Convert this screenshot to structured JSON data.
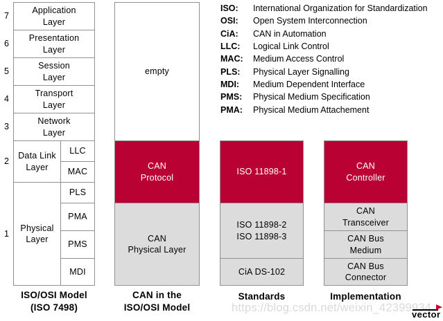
{
  "colors": {
    "accent_red": "#b90233",
    "block_gray": "#dcdcdc",
    "border_gray": "#8f8f8f",
    "watermark_gray": "#dadada",
    "logo_flag_red": "#cc0033"
  },
  "osi": {
    "numbers": [
      "7",
      "6",
      "5",
      "4",
      "3",
      "2",
      "1"
    ],
    "layers": [
      "Application\nLayer",
      "Presentation\nLayer",
      "Session\nLayer",
      "Transport\nLayer",
      "Network\nLayer"
    ],
    "data_link": {
      "name": "Data Link\nLayer",
      "sublayers": [
        "LLC",
        "MAC"
      ]
    },
    "physical": {
      "name": "Physical\nLayer",
      "sublayers": [
        "PLS",
        "PMA",
        "PMS",
        "MDI"
      ]
    },
    "caption": "ISO/OSI Model\n(ISO 7498)"
  },
  "can_stack": {
    "empty": "empty",
    "protocol": "CAN\nProtocol",
    "physical": "CAN\nPhysical Layer",
    "caption": "CAN in the\nISO/OSI Model"
  },
  "standards": {
    "iso_11898_1": "ISO 11898-1",
    "iso_11898_23": "ISO 11898-2\nISO 11898-3",
    "cia_ds102": "CiA DS-102",
    "caption": "Standards"
  },
  "implementation": {
    "controller": "CAN\nController",
    "transceiver": "CAN\nTransceiver",
    "medium": "CAN Bus\nMedium",
    "connector": "CAN Bus\nConnector",
    "caption": "Implementation"
  },
  "legend": {
    "items": [
      {
        "abbr": "ISO:",
        "def": "International Organization for Standardization"
      },
      {
        "abbr": "OSI:",
        "def": "Open System Interconnection"
      },
      {
        "abbr": "CiA:",
        "def": "CAN in Automation"
      },
      {
        "abbr": "LLC:",
        "def": "Logical Link Control"
      },
      {
        "abbr": "MAC:",
        "def": "Medium Access Control"
      },
      {
        "abbr": "PLS:",
        "def": "Physical Layer Signalling"
      },
      {
        "abbr": "MDI:",
        "def": "Medium Dependent Interface"
      },
      {
        "abbr": "PMS:",
        "def": "Physical Medium Specification"
      },
      {
        "abbr": "PMA:",
        "def": "Physical Medium Attachement"
      }
    ]
  },
  "watermark": "https://blog.csdn.net/weixin_42399934",
  "logo": {
    "text": "vector"
  }
}
